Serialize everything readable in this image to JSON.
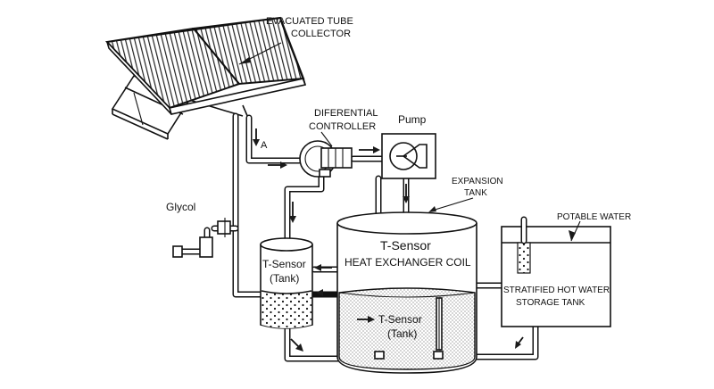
{
  "labels": {
    "collector_line1": "EVACUATED TUBE",
    "collector_line2": "COLLECTOR",
    "controller_line1": "DIFERENTIAL",
    "controller_line2": "CONTROLLER",
    "pump": "Pump",
    "expansion_line1": "EXPANSION",
    "expansion_line2": "TANK",
    "potable_water": "POTABLE WATER",
    "glycol": "Glycol",
    "arrow_a": "A",
    "t_sensor_main": "T-Sensor",
    "heat_exchanger_coil": "HEAT EXCHANGER COIL",
    "t_sensor_left": "T-Sensor",
    "tank_left": "(Tank)",
    "t_sensor_bottom": "T-Sensor",
    "tank_bottom": "(Tank)",
    "storage_line1": "STRATIFIED HOT WATER",
    "storage_line2": "STORAGE TANK"
  },
  "colors": {
    "ink": "#111111",
    "background": "#ffffff"
  }
}
